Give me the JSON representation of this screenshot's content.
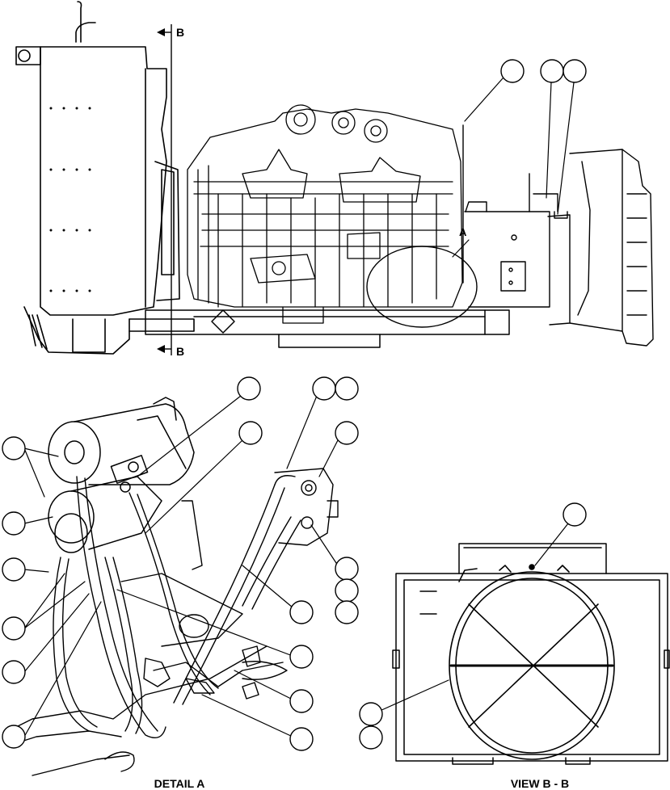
{
  "section_marks": {
    "top": "B",
    "bottom": "B"
  },
  "detail_marker": "A",
  "captions": {
    "detail_a": "DETAIL A",
    "view_bb": "VIEW B - B"
  },
  "colors": {
    "ink": "#000000",
    "paper": "#ffffff"
  }
}
